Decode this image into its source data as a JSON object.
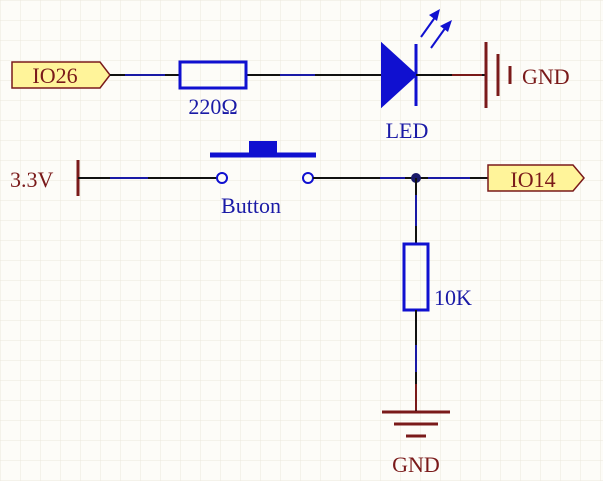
{
  "colors": {
    "wire_blue": "#1a1aa6",
    "wire_dark": "#111111",
    "power_red": "#7a1a1a",
    "port_fill": "#fff49a",
    "port_stroke": "#7a1a1a",
    "component_blue": "#1010d0",
    "background": "#fdfcf8",
    "grid": "#ece7dc"
  },
  "ports": {
    "io26": "IO26",
    "io14": "IO14"
  },
  "power": {
    "vcc": "3.3V",
    "gnd_top": "GND",
    "gnd_bottom": "GND"
  },
  "components": {
    "resistor_1": "220Ω",
    "led": "LED",
    "button": "Button",
    "resistor_2": "10K"
  }
}
